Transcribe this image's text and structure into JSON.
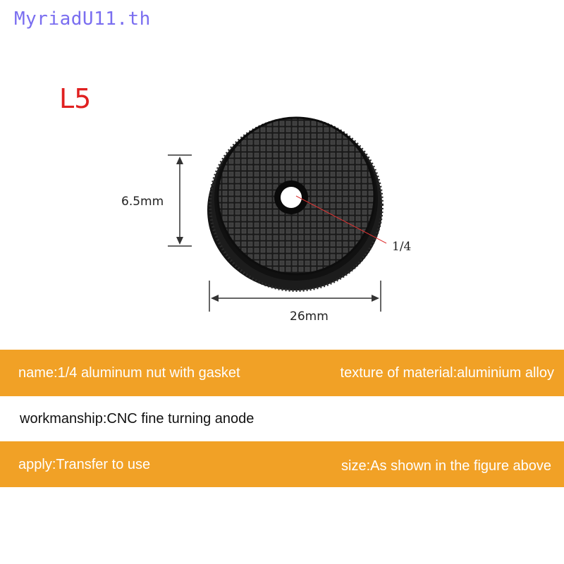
{
  "watermark": "MyriadU11.th",
  "model_label": "L5",
  "dimensions": {
    "height": "6.5mm",
    "width": "26mm",
    "thread": "1/4"
  },
  "specs": {
    "name": "name:1/4 aluminum nut with gasket",
    "material": "texture of material:aluminium alloy",
    "workmanship": "workmanship:CNC fine turning anode",
    "apply": "apply:Transfer to use",
    "size": "size:As shown in the figure above"
  },
  "colors": {
    "band": "#f1a126",
    "label": "#e02020",
    "watermark": "#7a6ef0"
  }
}
